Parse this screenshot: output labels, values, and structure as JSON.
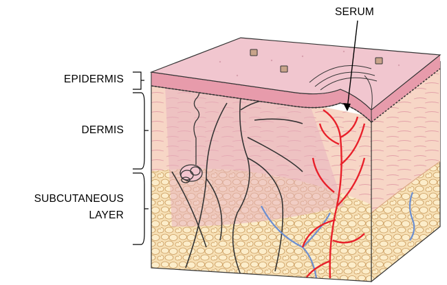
{
  "labels": {
    "epidermis": "EPIDERMIS",
    "dermis": "DERMIS",
    "subcutaneous_line1": "SUBCUTANEOUS",
    "subcutaneous_line2": "LAYER",
    "serum": "SERUM"
  },
  "colors": {
    "epidermis_top": "#f1c6cf",
    "epidermis_band": "#e79bab",
    "dermis": "#f7d5c6",
    "dermis_tint": "#e8b4c2",
    "fat": "#f7e1b8",
    "fat_cell": "#fbecc8",
    "artery": "#e8202a",
    "vein": "#6d8fd0",
    "nerve": "#333333"
  },
  "icons": [
    "hair-follicle-icon",
    "sweat-gland-icon",
    "injection-bump-icon"
  ]
}
